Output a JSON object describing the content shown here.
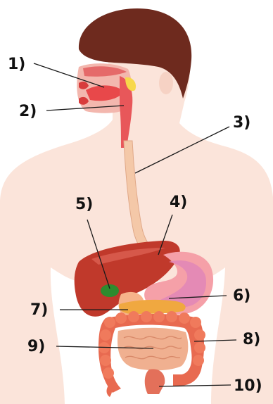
{
  "labels": [
    {
      "id": "1",
      "text": "1)"
    },
    {
      "id": "2",
      "text": "2)"
    },
    {
      "id": "3",
      "text": "3)"
    },
    {
      "id": "4",
      "text": "4)"
    },
    {
      "id": "5",
      "text": "5)"
    },
    {
      "id": "6",
      "text": "6)"
    },
    {
      "id": "7",
      "text": "7)"
    },
    {
      "id": "8",
      "text": "8)"
    },
    {
      "id": "9",
      "text": "9)"
    },
    {
      "id": "10",
      "text": "10)"
    }
  ],
  "colors": {
    "skin": "#fbe4da",
    "hair": "#6e2a1e",
    "liver": "#c0392b",
    "stomach": "#f5a0a8",
    "stomach_inner": "#e48ab5",
    "gallbladder": "#2e8b2e",
    "pancreas": "#f0a840",
    "intestine": "#e86a50",
    "small_intestine": "#f0b090",
    "esophagus": "#f4c8a8"
  }
}
